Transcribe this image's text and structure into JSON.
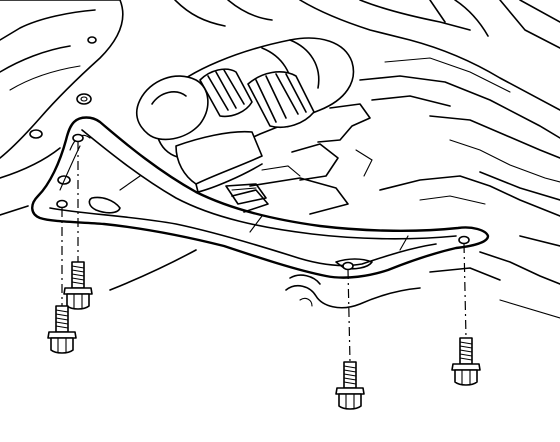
{
  "figure": {
    "kind": "exploded-view line illustration",
    "labels": []
  },
  "parts": {
    "crossmember": {
      "name": "front-crossmember-brace"
    },
    "bolts": [
      {
        "id": "bolt-1"
      },
      {
        "id": "bolt-2"
      },
      {
        "id": "bolt-3"
      },
      {
        "id": "bolt-4"
      }
    ]
  },
  "colors": {
    "line": "#000000",
    "background": "#ffffff"
  }
}
